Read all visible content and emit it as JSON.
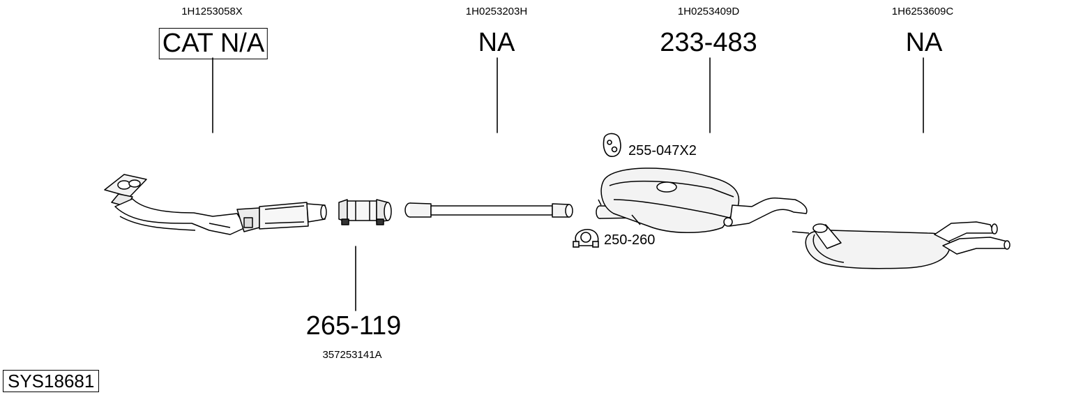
{
  "parts": [
    {
      "oe_number": "1H1253058X",
      "part_number": "CAT N/A"
    },
    {
      "oe_number": "1H0253203H",
      "part_number": "NA"
    },
    {
      "oe_number": "1H0253409D",
      "part_number": "233-483"
    },
    {
      "oe_number": "1H6253609C",
      "part_number": "NA"
    }
  ],
  "clamp": {
    "part_number": "265-119",
    "oe_number": "357253141A"
  },
  "accessories": [
    {
      "part_number": "255-047X2"
    },
    {
      "part_number": "250-260"
    }
  ],
  "system_code": "SYS18681"
}
